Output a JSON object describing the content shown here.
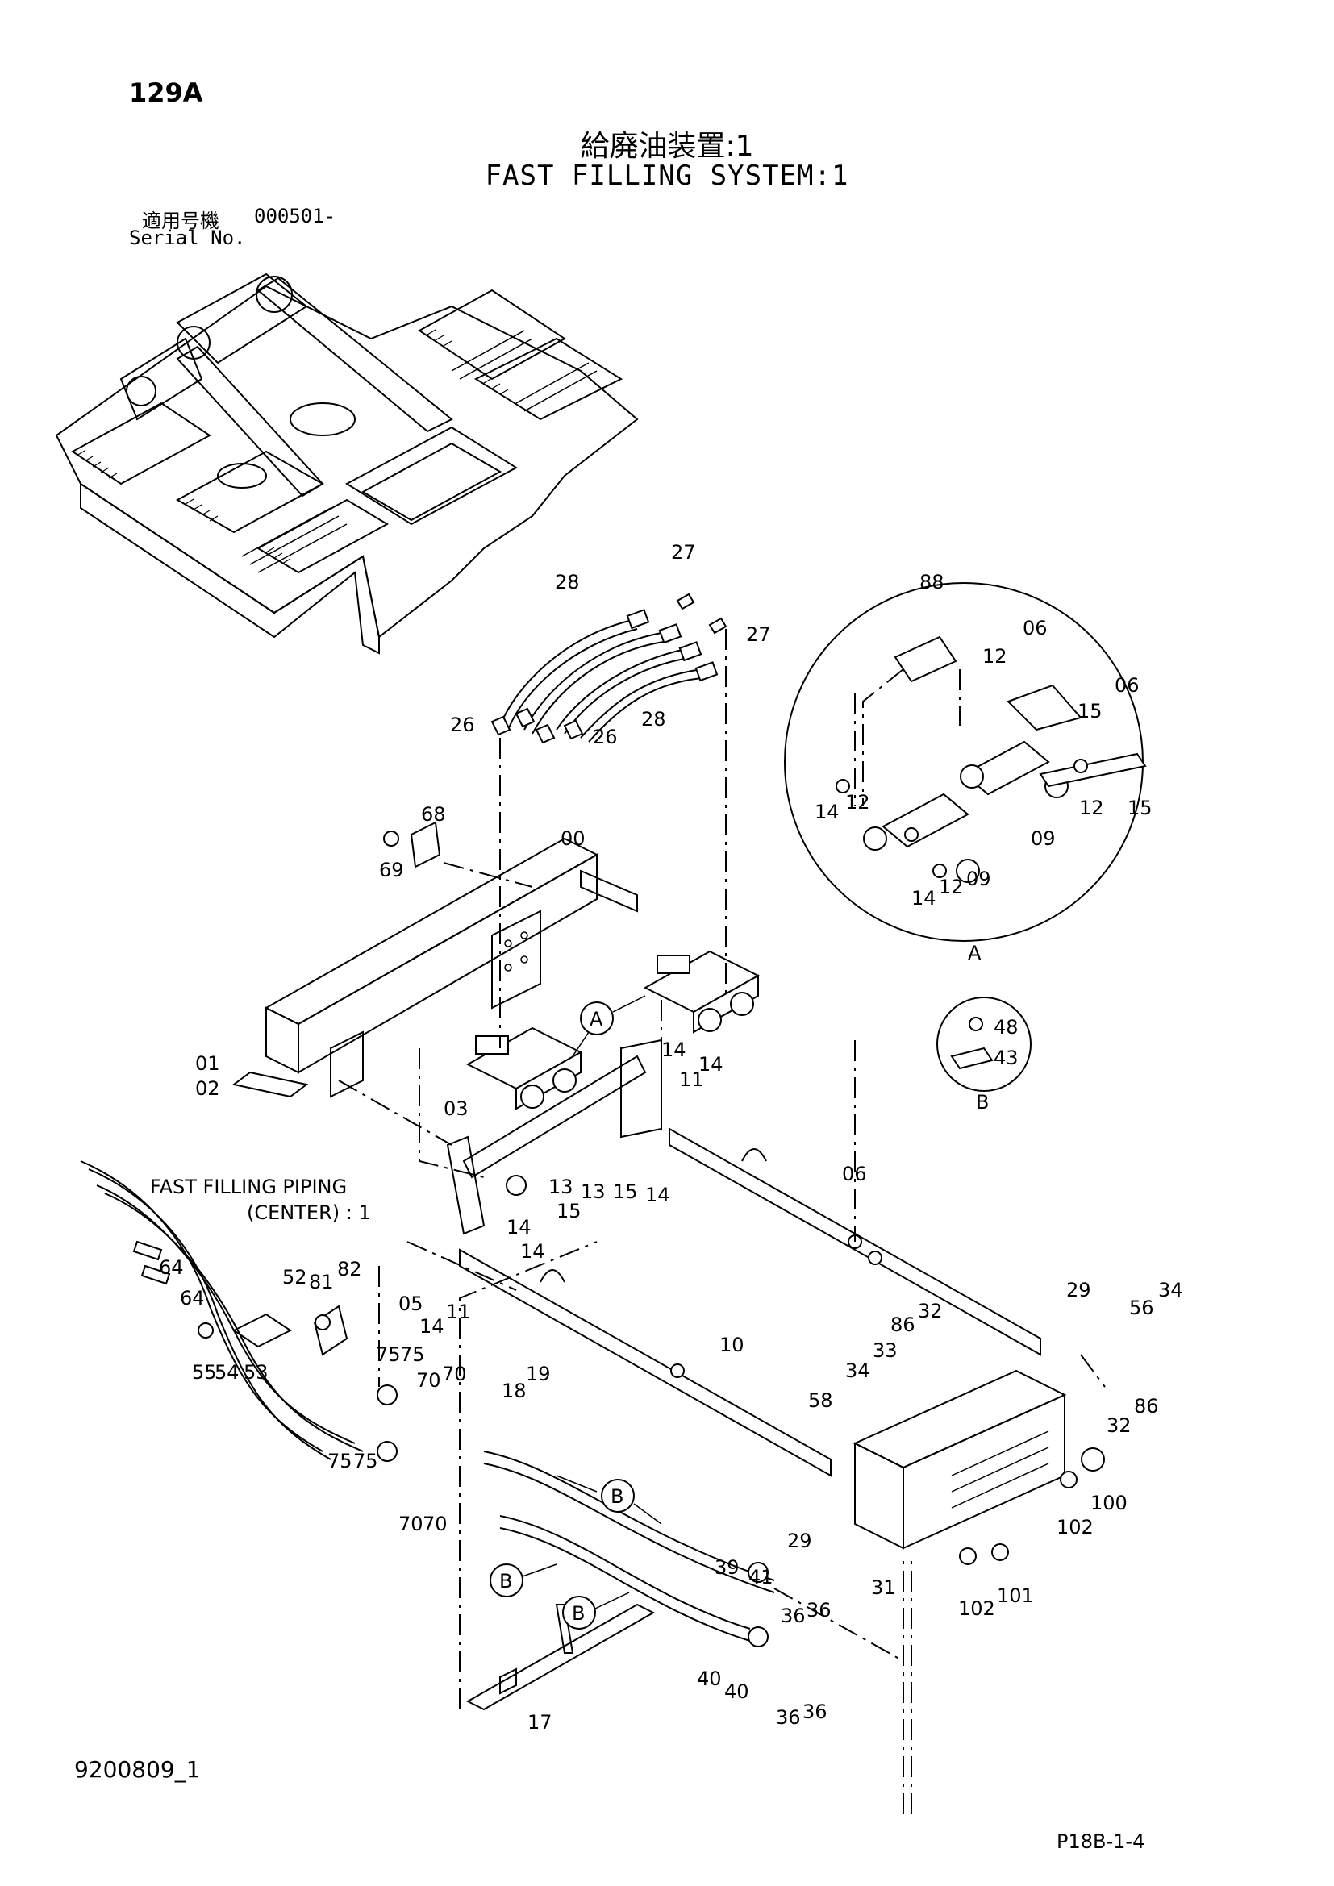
{
  "header": {
    "page_number": "129A",
    "title_ja": "給廃油装置:1",
    "title_en": "FAST FILLING SYSTEM:1",
    "serial_label_ja": "適用号機",
    "serial_value": "000501-",
    "serial_label_en": "Serial No."
  },
  "footer": {
    "doc_number": "9200809_1",
    "page_ref": "P18B-1-4"
  },
  "diagram": {
    "reference_text": "FAST FILLING PIPING",
    "reference_subtext": "(CENTER) : 1",
    "detail_labels": [
      "A",
      "B"
    ],
    "part_labels": [
      "27",
      "28",
      "27",
      "26",
      "28",
      "26",
      "88",
      "06",
      "12",
      "15",
      "06",
      "12",
      "15",
      "14",
      "12",
      "09",
      "14",
      "12",
      "09",
      "68",
      "00",
      "69",
      "01",
      "02",
      "03",
      "14",
      "11",
      "14",
      "13",
      "15",
      "14",
      "13",
      "15",
      "14",
      "14",
      "06",
      "05",
      "14",
      "11",
      "64",
      "64",
      "52",
      "81",
      "82",
      "55",
      "54",
      "53",
      "75",
      "75",
      "70",
      "70",
      "18",
      "19",
      "10",
      "86",
      "32",
      "34",
      "33",
      "58",
      "29",
      "56",
      "34",
      "86",
      "32",
      "29",
      "100",
      "102",
      "75",
      "75",
      "70",
      "70",
      "39",
      "41",
      "36",
      "36",
      "31",
      "102",
      "101",
      "40",
      "40",
      "36",
      "36",
      "17",
      "48",
      "43"
    ]
  }
}
